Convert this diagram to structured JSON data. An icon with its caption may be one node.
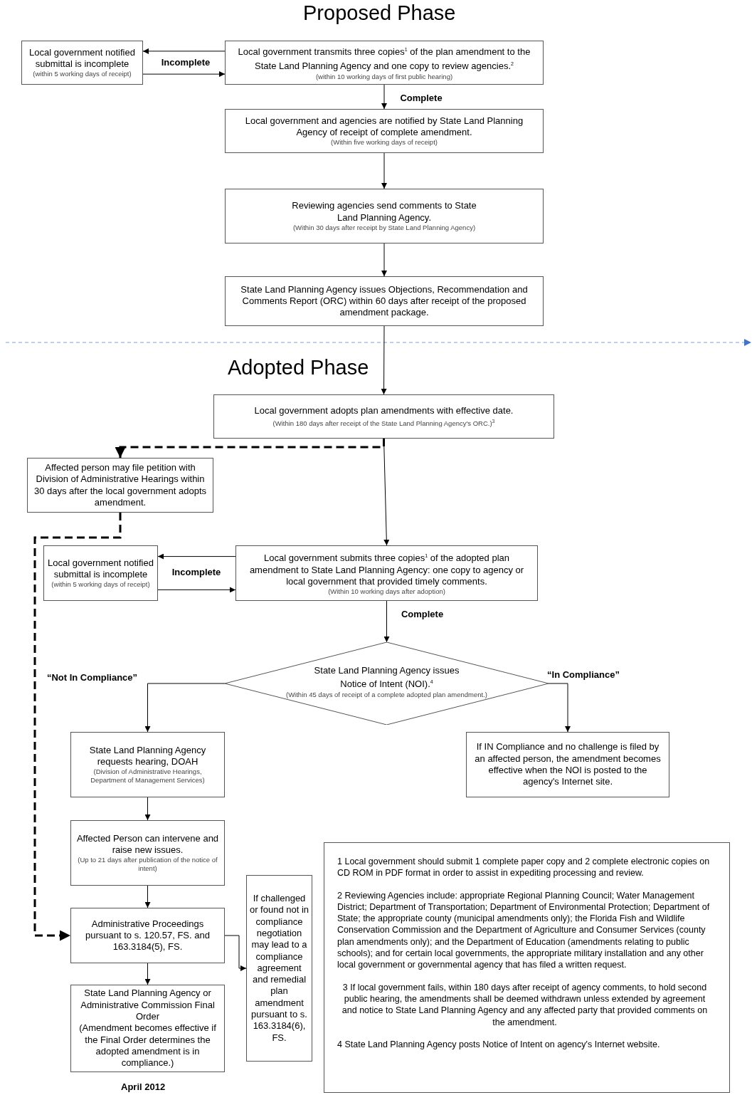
{
  "diagram": {
    "title": "Proposed Phase",
    "nodes": [
      {
        "text": [
          "Local government notified submittal is incomplete",
          "(within 5 working days of receipt)"
        ]
      },
      {
        "text": [
          "Local government transmits three copies$^{1}$ of the plan amendment to the State Land Planning Agency and one copy to review agencies.$^{2}$",
          "(within 10 working days of first public hearing)"
        ]
      },
      {
        "text": [
          "Local government and agencies are notified by State Land Planning Agency of receipt of complete amendment.",
          "(Within five working days of receipt)"
        ]
      },
      {
        "text": [
          "Reviewing agencies send comments to State Land Planning Agency.",
          "(Within 30 days after receipt by State Land Planning Agency)"
        ]
      },
      {
        "text": [
          "State Land Planning Agency issues Objections, Recommendation and Comments Report (ORC) within 60 days after receipt of the proposed amendment package."
        ]
      },
      {
        "text": [
          "Local government adopts plan amendments with effective date.",
          "(Within 180 days after receipt of the State Land Planning Agency's ORC.)$^{3}$"
        ]
      },
      {
        "text": [
          "Affected person may file petition with Division of Administrative Hearings within 30 days after the local government adopts amendment."
        ]
      },
      {
        "text": [
          "Local government notified submittal is incomplete",
          "(within 5 working days of receipt)"
        ]
      },
      {
        "text": [
          "Local government submits three copies$^{1}$ of the adopted plan amendment to State Land Planning Agency: one copy to agency or local government that provided timely comments.",
          "(Within 10 working days after adoption)"
        ]
      },
      {
        "text": [
          "State Land Planning Agency issues Notice of Intent (NOI).$^{4}$",
          "(Within 45 days of receipt of a complete adopted plan amendment.)"
        ]
      },
      {
        "text": [
          "State Land Planning Agency requests hearing, DOAH",
          "(Division of Administrative Hearings, Department of Management Services)"
        ]
      },
      {
        "text": [
          "If IN Compliance and no challenge is filed by an affected person, the amendment becomes effective when the NOI is posted to the agency's Internet site."
        ]
      },
      {
        "text": [
          "Affected Person can intervene and raise new issues.",
          "(Up to 21 days after publication of the notice of intent)"
        ]
      },
      {
        "text": [
          "Administrative Proceedings pursuant to s. 120.57, FS. and 163.3184(5), FS."
        ]
      },
      {
        "text": [
          "If challenged or found not in compliance negotiation may lead to a compliance agreement and remedial plan amendment pursuant to s. 163.3184(6), FS."
        ]
      },
      {
        "text": [
          "State Land Planning Agency or Administrative Commission Final Order",
          "(Amendment becomes effective if the Final Order determines the adopted amendment is in compliance.)"
        ]
      },
      {
        "text": [
          "1 Local government should submit 1 complete paper copy and 2 complete electronic copies on CD ROM in PDF format in order to assist in expediting processing and review.",
          "2 Reviewing Agencies include: appropriate Regional Planning Council; Water Management District; Department of Transportation; Department of Environmental Protection; Department of State; the appropriate county (municipal amendments only); the Florida Fish and Wildlife Conservation Commission and the Department of Agriculture and Consumer Services (county plan amendments only); and the Department of Education (amendments relating to public schools); and for certain local governments, the appropriate military installation and any other local government or governmental agency that has filed a written request.",
          "3 If local government fails, within 180 days after receipt of agency comments, to hold second public hearing, the amendments shall be deemed withdrawn unless extended by agreement and notice to State Land Planning Agency and any affected party that provided comments on the amendment.",
          "4 State Land Planning Agency posts Notice of Intent on agency's Internet website."
        ]
      }
    ],
    "edges": [
      {
        "from": 1,
        "to": 0,
        "arrow": "to"
      },
      {
        "from": 0,
        "to": 1,
        "arrow": "to",
        "label": "Incomplete"
      },
      {
        "from": 1,
        "to": 2,
        "arrow": "to",
        "label": "Complete"
      },
      {
        "from": 2,
        "to": 3,
        "arrow": "to"
      },
      {
        "from": 3,
        "to": 4,
        "arrow": "to"
      },
      {
        "from": 4,
        "to": 5,
        "arrow": "to"
      },
      {
        "from": 5,
        "to": 6,
        "arrow": "to",
        "style": "dashed"
      },
      {
        "from": 5,
        "to": 8,
        "arrow": "to"
      },
      {
        "from": 8,
        "to": 7,
        "arrow": "to"
      },
      {
        "from": 7,
        "to": 8,
        "arrow": "to",
        "label": "Incomplete"
      },
      {
        "from": 8,
        "to": 9,
        "arrow": "to",
        "label": "Complete"
      },
      {
        "from": 9,
        "to": 10,
        "arrow": "to",
        "label": "“Not In Compliance”"
      },
      {
        "from": 9,
        "to": 11,
        "arrow": "to",
        "label": "“In Compliance”"
      },
      {
        "from": 10,
        "to": 12,
        "arrow": "to"
      },
      {
        "from": 12,
        "to": 13,
        "arrow": "to"
      },
      {
        "from": 13,
        "to": 15,
        "arrow": "to"
      },
      {
        "from": 6,
        "to": 13,
        "arrow": "to",
        "style": "dashed"
      },
      {
        "from": 13,
        "to": 14,
        "arrow": "to"
      }
    ],
    "labels": [
      "Adopted Phase",
      "April 2012"
    ]
  }
}
